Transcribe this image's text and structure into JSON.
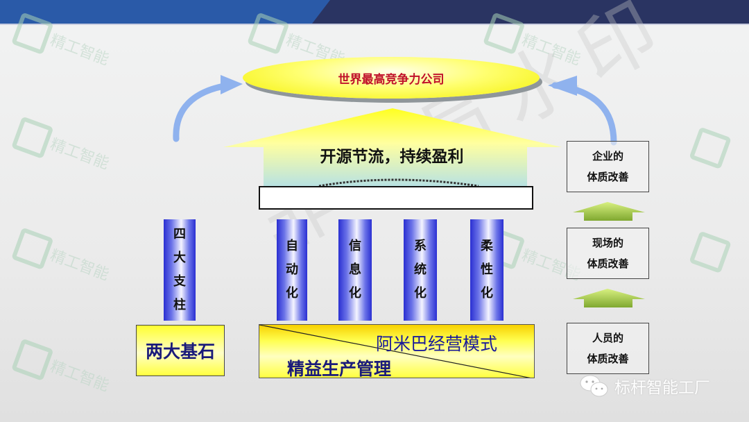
{
  "header": {
    "colors": {
      "blue": "#2a5aa8",
      "navy": "#2a3462"
    }
  },
  "watermark": {
    "text": "精工智能",
    "diagonal_text": "非会员水印"
  },
  "goal": {
    "label": "世界最高竞争力公司",
    "color": "#c0102a"
  },
  "roof": {
    "label": "开源节流，持续盈利"
  },
  "pillars": {
    "group_label": [
      "四",
      "大",
      "支",
      "柱"
    ],
    "items": [
      {
        "label": [
          "自",
          "动",
          "化"
        ]
      },
      {
        "label": [
          "信",
          "息",
          "化"
        ]
      },
      {
        "label": [
          "系",
          "统",
          "化"
        ]
      },
      {
        "label": [
          "柔",
          "性",
          "化"
        ]
      }
    ]
  },
  "foundation": {
    "group_label": "两大基石",
    "top_right": "阿米巴经营模式",
    "bottom_left": "精益生产管理"
  },
  "improvement_ladder": [
    {
      "line1": "企业的",
      "line2": "体质改善"
    },
    {
      "line1": "现场的",
      "line2": "体质改善"
    },
    {
      "line1": "人员的",
      "line2": "体质改善"
    }
  ],
  "brand": {
    "icon": "wechat-icon",
    "label": "标杆智能工厂"
  }
}
